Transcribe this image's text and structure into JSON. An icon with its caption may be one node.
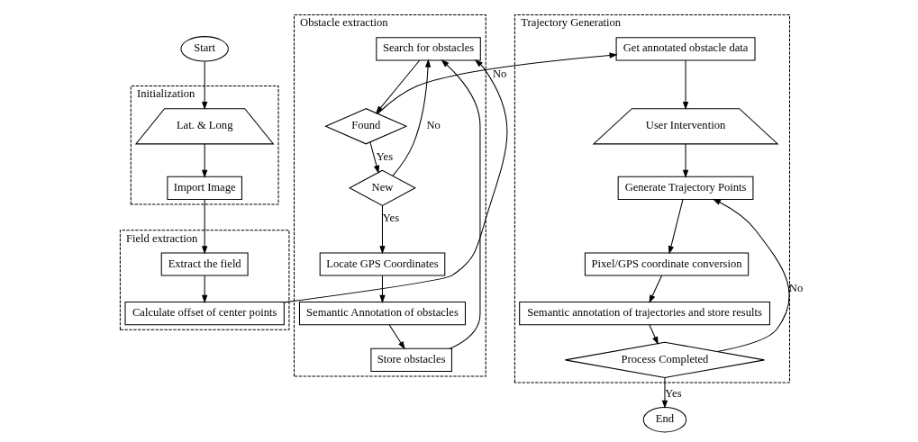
{
  "diagram": {
    "nodes": [
      {
        "text": [
          "Start"
        ]
      },
      {
        "text": [
          "Initialization"
        ]
      },
      {
        "text": [
          "Lat. & Long"
        ],
        "in": 1
      },
      {
        "text": [
          "Import Image"
        ],
        "in": 1
      },
      {
        "text": [
          "Field extraction"
        ]
      },
      {
        "text": [
          "Extract the field"
        ],
        "in": 4
      },
      {
        "text": [
          "Calculate offset of center points"
        ],
        "in": 4
      },
      {
        "text": [
          "Obstacle extraction"
        ]
      },
      {
        "text": [
          "Search for obstacles"
        ],
        "in": 7
      },
      {
        "text": [
          "Store obstacles"
        ],
        "in": 7
      },
      {
        "text": [
          "Found"
        ],
        "in": 7
      },
      {
        "text": [
          "New"
        ],
        "in": 7
      },
      {
        "text": [
          "Semantic Annotation of obstacles"
        ],
        "in": 7
      },
      {
        "text": [
          "Locate GPS Coordinates"
        ],
        "in": 7
      },
      {
        "text": [
          "Trajectory Generation"
        ]
      },
      {
        "text": [
          "Get annotated obstacle data"
        ],
        "in": 14
      },
      {
        "text": [
          "User Intervention"
        ],
        "in": 14
      },
      {
        "text": [
          "Generate Trajectory Points"
        ],
        "in": 14
      },
      {
        "text": [
          "Pixel/GPS coordinate conversion"
        ],
        "in": 14
      },
      {
        "text": [
          "Semantic annotation of trajectories and store results"
        ],
        "in": 14
      },
      {
        "text": [
          "Process Completed"
        ],
        "in": 14
      },
      {
        "text": [
          "End"
        ]
      }
    ],
    "edges": [
      {
        "from": 0,
        "to": 2,
        "arrow": "to"
      },
      {
        "from": 2,
        "to": 3,
        "arrow": "to"
      },
      {
        "from": 3,
        "to": 5,
        "arrow": "to"
      },
      {
        "from": 5,
        "to": 6,
        "arrow": "to"
      },
      {
        "from": 6,
        "to": 8,
        "arrow": "to"
      },
      {
        "from": 9,
        "to": 8,
        "arrow": "to"
      },
      {
        "from": 8,
        "to": 10,
        "arrow": "to"
      },
      {
        "from": 10,
        "to": 11,
        "label": "Yes",
        "arrow": "to"
      },
      {
        "from": 11,
        "to": 8,
        "label": "No",
        "arrow": "to"
      },
      {
        "from": 11,
        "to": 13,
        "label": "Yes",
        "arrow": "to"
      },
      {
        "from": 13,
        "to": 12,
        "arrow": "to"
      },
      {
        "from": 12,
        "to": 9,
        "arrow": "to"
      },
      {
        "from": 10,
        "to": 15,
        "label": "No",
        "arrow": "to"
      },
      {
        "from": 15,
        "to": 16,
        "arrow": "to"
      },
      {
        "from": 16,
        "to": 17,
        "arrow": "to"
      },
      {
        "from": 17,
        "to": 18,
        "arrow": "to"
      },
      {
        "from": 18,
        "to": 19,
        "arrow": "to"
      },
      {
        "from": 19,
        "to": 20,
        "arrow": "to"
      },
      {
        "from": 20,
        "to": 17,
        "label": "No",
        "arrow": "to"
      },
      {
        "from": 20,
        "to": 21,
        "label": "Yes",
        "arrow": "to"
      }
    ]
  }
}
